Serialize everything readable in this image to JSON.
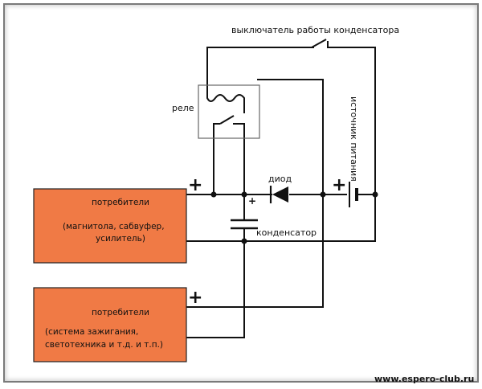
{
  "labels": {
    "switch": "выключатель работы конденсатора",
    "relay": "реле",
    "power_source": "источник питания",
    "diode": "диод",
    "capacitor": "конденсатор",
    "capacitor_plus": "+",
    "plus_sign": "+",
    "consumers1_title": "потребители",
    "consumers1_detail_line1": "(магнитола, сабвуфер,",
    "consumers1_detail_line2": "усилитель)",
    "consumers2_title": "потребители",
    "consumers2_detail_line1": "(система зажигания,",
    "consumers2_detail_line2": "светотехника и т.д. и т.п.)",
    "watermark": "www.espero-club.ru"
  },
  "colors": {
    "consumer_box": "#f07a45",
    "wire": "#111111"
  }
}
